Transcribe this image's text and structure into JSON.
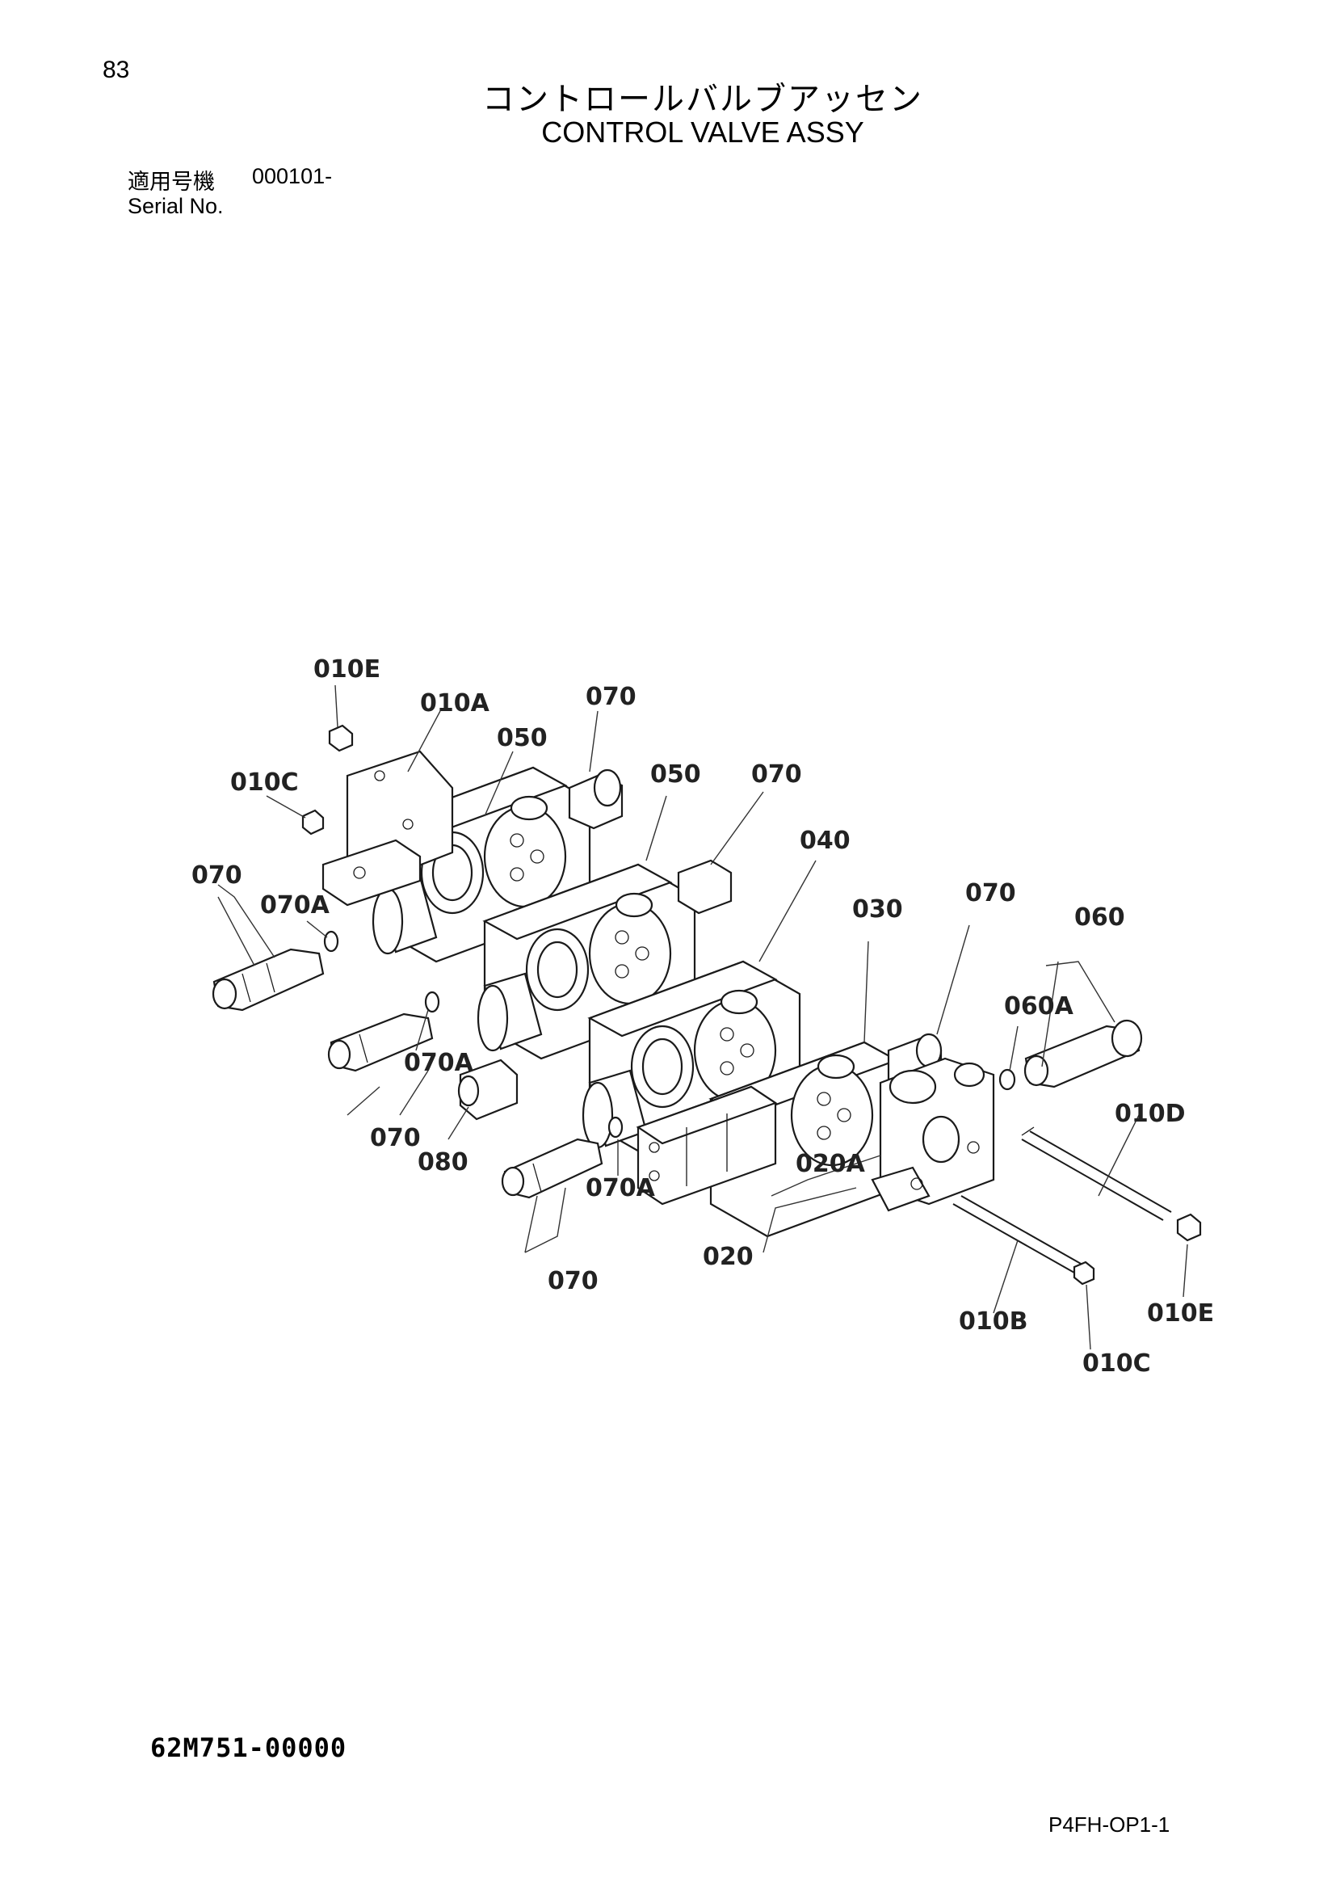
{
  "page_number": "83",
  "title_jp": "コントロールバルブアッセン",
  "title_en": "CONTROL VALVE ASSY",
  "serial_label_jp": "適用号機",
  "serial_value": "000101-",
  "serial_label_en": "Serial No.",
  "doc_code": "62M751-00000",
  "sheet_code": "P4FH-OP1-1",
  "callouts": {
    "c010E_top": "010E",
    "c010A": "010A",
    "c070_top": "070",
    "c050_a": "050",
    "c010C_top": "010C",
    "c050_b": "050",
    "c070_mid": "070",
    "c040": "040",
    "c070_left": "070",
    "c070A_left": "070A",
    "c030": "030",
    "c070_right": "070",
    "c060": "060",
    "c060A": "060A",
    "c070A_mid": "070A",
    "c070_lower": "070",
    "c080": "080",
    "c010D": "010D",
    "c020A": "020A",
    "c070A_low": "070A",
    "c020": "020",
    "c070_bottom": "070",
    "c010B": "010B",
    "c010E_bottom": "010E",
    "c010C_bottom": "010C"
  }
}
